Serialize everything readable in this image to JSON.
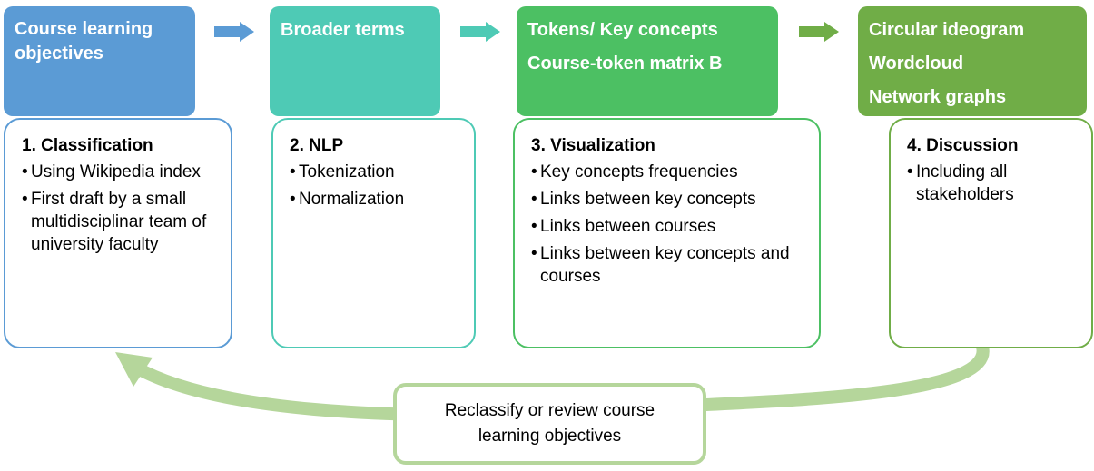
{
  "colors": {
    "stage1": "#5b9bd5",
    "stage2": "#4ecab5",
    "stage3": "#4cc063",
    "stage4": "#70ad47",
    "loop": "#b5d69b"
  },
  "stages": [
    {
      "header": [
        "Course learning",
        "objectives"
      ],
      "title": "1. Classification",
      "items": [
        "Using Wikipedia index",
        "First draft by a small multidisciplinar team of university faculty"
      ]
    },
    {
      "header": [
        "Broader terms"
      ],
      "title": "2. NLP",
      "items": [
        "Tokenization",
        "Normalization"
      ]
    },
    {
      "header": [
        "Tokens/ Key concepts",
        "Course-token matrix B"
      ],
      "title": "3. Visualization",
      "items": [
        "Key concepts frequencies",
        "Links between key concepts",
        "Links between courses",
        "Links between key concepts and courses"
      ]
    },
    {
      "header": [
        "Circular ideogram",
        "Wordcloud",
        "Network graphs"
      ],
      "title": "4. Discussion",
      "items": [
        "Including all stakeholders"
      ]
    }
  ],
  "feedback": {
    "line1": "Reclassify or review course",
    "line2": "learning objectives"
  }
}
